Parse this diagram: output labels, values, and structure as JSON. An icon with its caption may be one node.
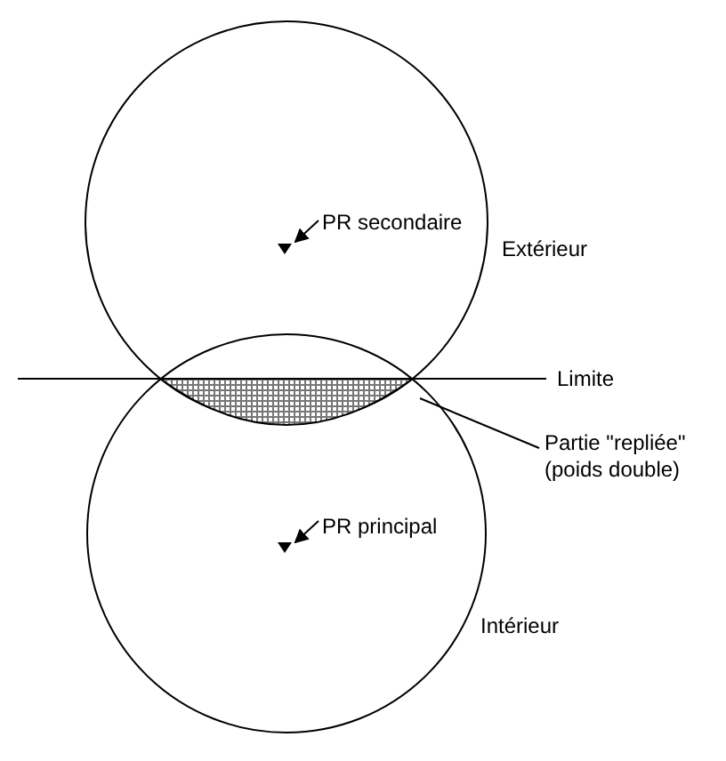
{
  "diagram": {
    "nodes": [
      {
        "text": [
          "PR secondaire"
        ]
      },
      {
        "text": [],
        "shape": "dot"
      },
      {
        "text": [],
        "shape": "lens"
      },
      {
        "text": [
          "Partie \"repliée\" (poids double)"
        ]
      },
      {
        "text": [
          "PR principal"
        ]
      },
      {
        "text": [],
        "shape": "dot"
      }
    ],
    "edges": [
      {
        "from": 0,
        "to": 1,
        "arrow": "to"
      },
      {
        "from": 3,
        "to": 2,
        "arrow": "none"
      },
      {
        "from": 4,
        "to": 5,
        "arrow": "to"
      }
    ],
    "labels": [
      "Extérieur",
      "Limite",
      "Intérieur"
    ]
  }
}
